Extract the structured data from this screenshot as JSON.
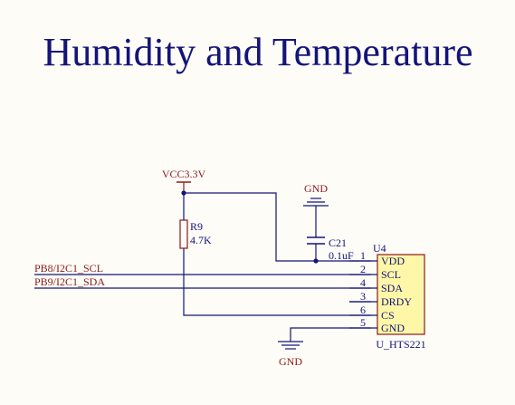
{
  "title": "Humidity and Temperature",
  "colors": {
    "background": "#fdfcf6",
    "title": "#14147a",
    "wire": "#14147a",
    "power": "#8b1a1a",
    "component_body": "#fff7a8",
    "component_outline": "#8b1a1a",
    "junction": "#14147a"
  },
  "power": {
    "vcc_label": "VCC3.3V",
    "gnd_top_label": "GND",
    "gnd_bottom_label": "GND"
  },
  "resistor": {
    "designator": "R9",
    "value": "4.7K"
  },
  "capacitor": {
    "designator": "C21",
    "value": "0.1uF"
  },
  "nets": {
    "scl": "PB8/I2C1_SCL",
    "sda": "PB9/I2C1_SDA"
  },
  "ic": {
    "designator": "U4",
    "part": "U_HTS221",
    "pins": [
      {
        "number": "1",
        "name": "VDD"
      },
      {
        "number": "2",
        "name": "SCL"
      },
      {
        "number": "4",
        "name": "SDA"
      },
      {
        "number": "3",
        "name": "DRDY"
      },
      {
        "number": "6",
        "name": "CS"
      },
      {
        "number": "5",
        "name": "GND"
      }
    ]
  }
}
